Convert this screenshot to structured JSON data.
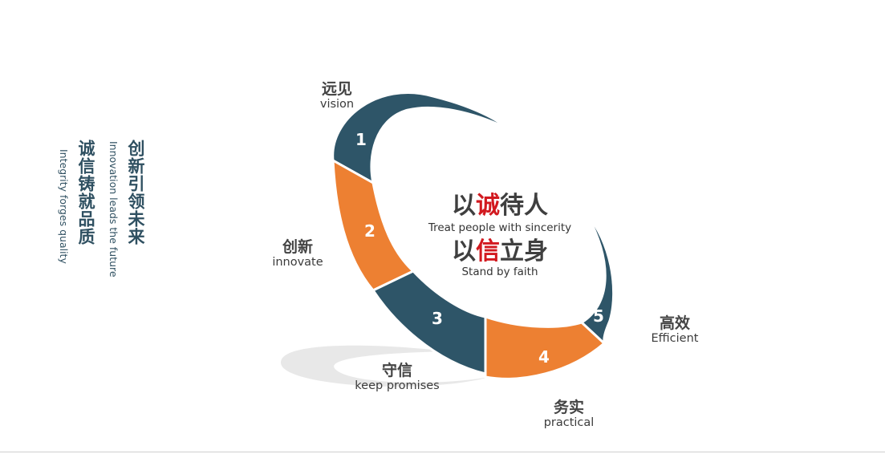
{
  "slogan_left": {
    "cn": "诚信铸就品质",
    "en": "Integrity forges quality"
  },
  "slogan_right": {
    "cn": "创新引领未来",
    "en": "Innovation leads the future"
  },
  "center": {
    "line1_pre": "以",
    "line1_red": "诚",
    "line1_post": "待人",
    "line1_en": "Treat people with sincerity",
    "line2_pre": "以",
    "line2_red": "信",
    "line2_post": "立身",
    "line2_en": "Stand by faith"
  },
  "segments": [
    {
      "number": "1",
      "cn": "远见",
      "en": "vision",
      "color": "#2e5568"
    },
    {
      "number": "2",
      "cn": "创新",
      "en": "innovate",
      "color": "#ed8032"
    },
    {
      "number": "3",
      "cn": "守信",
      "en": "keep promises",
      "color": "#2e5568"
    },
    {
      "number": "4",
      "cn": "务实",
      "en": "practical",
      "color": "#ed8032"
    },
    {
      "number": "5",
      "cn": "高效",
      "en": "Efficient",
      "color": "#2e5568"
    }
  ],
  "colors": {
    "dark": "#2e5568",
    "orange": "#ed8032",
    "accent_red": "#d2191f",
    "shadow": "#e6e6e6"
  }
}
